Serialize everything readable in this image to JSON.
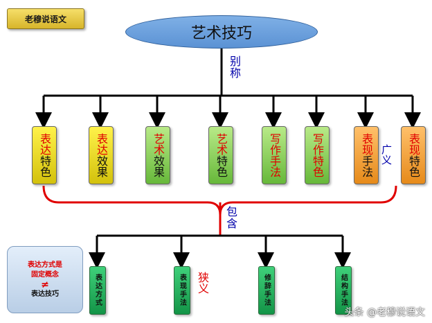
{
  "tag": "老穆说语文",
  "root": "艺术技巧",
  "relation_alias": "别称",
  "relation_contains": "包含",
  "broad_label": "广义",
  "narrow_label": "狭义",
  "top_items": [
    {
      "line1": "表达",
      "line2": "特色",
      "color": "yellow"
    },
    {
      "line1": "表达",
      "line2": "效果",
      "color": "yellow"
    },
    {
      "line1": "艺术",
      "line2": "效果",
      "color": "green"
    },
    {
      "line1": "艺术",
      "line2": "特色",
      "color": "green"
    },
    {
      "line1": "写作",
      "line2": "手法",
      "color": "green"
    },
    {
      "line1": "写作",
      "line2": "特色",
      "color": "green"
    },
    {
      "line1": "表现",
      "line2": "手法",
      "color": "orange"
    },
    {
      "line1": "表现",
      "line2": "特色",
      "color": "orange"
    }
  ],
  "bottom_items": [
    "表达方式",
    "表现手法",
    "修辞手法",
    "结构手法"
  ],
  "note": {
    "line1": "表达方式是",
    "line2": "固定概念",
    "symbol": "≠",
    "line3": "表达技巧"
  },
  "watermark": "头条 @老穆说语文",
  "colors": {
    "line": "#000000",
    "bracket": "#e00000",
    "accent_text": "#e00000",
    "relation_text": "#0000aa"
  }
}
